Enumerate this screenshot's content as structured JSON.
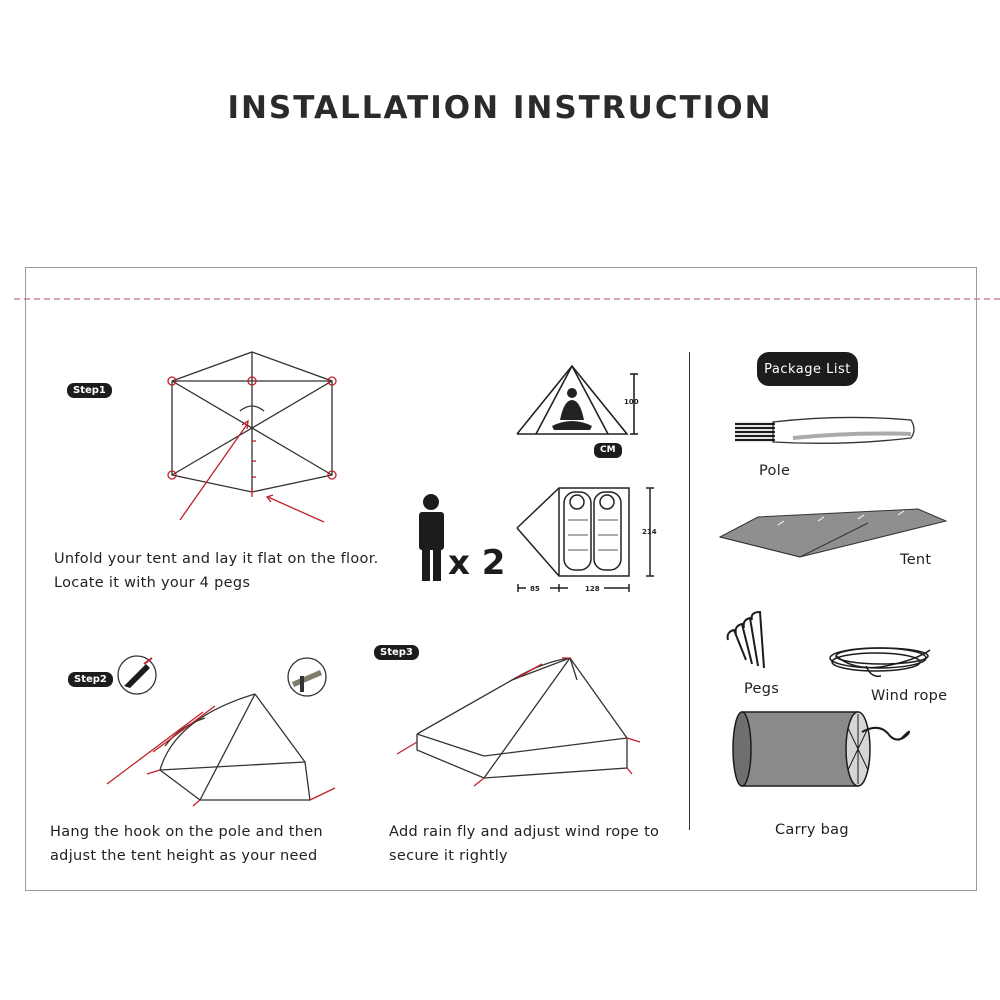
{
  "title": "INSTALLATION INSTRUCTION",
  "steps": [
    {
      "badge": "Step1",
      "line1": "Unfold your tent and lay it flat on the floor.",
      "line2": "Locate it with your 4 pegs"
    },
    {
      "badge": "Step2",
      "line1": "Hang the hook on the pole and then",
      "line2": "adjust the tent height as your need"
    },
    {
      "badge": "Step3",
      "line1": "Add rain fly and adjust wind rope to",
      "line2": "secure it rightly"
    }
  ],
  "capacity": {
    "multiplier": "x 2"
  },
  "dimensions": {
    "height": "100",
    "unit": "CM",
    "length": "214",
    "width_small": "85",
    "width_large": "128"
  },
  "package": {
    "heading": "Package List",
    "items": [
      "Pole",
      "Tent",
      "Pegs",
      "Wind rope",
      "Carry bag"
    ]
  },
  "colors": {
    "accent_red": "#c0202a",
    "line": "#333333",
    "dash": "#d7a6ad"
  }
}
